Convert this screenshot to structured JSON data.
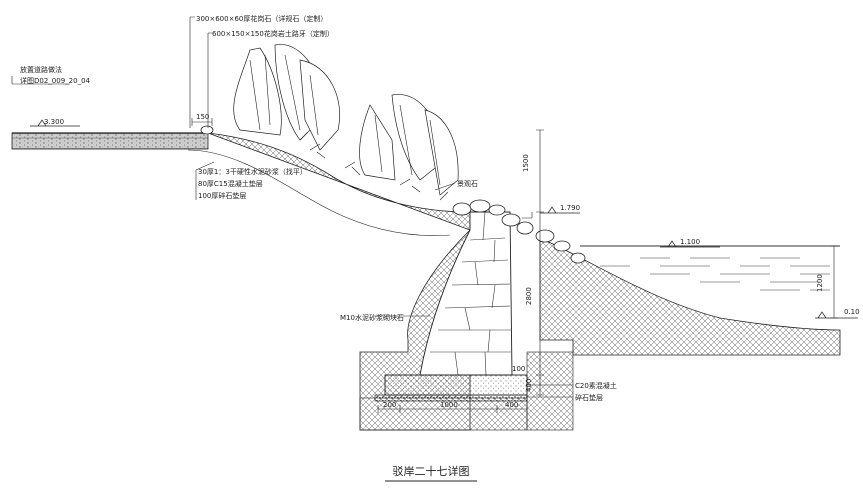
{
  "title": "驳岸二十七详图",
  "labels": {
    "paving_method": "放置道路做法",
    "paving_ref": "详图D02_009_20_04",
    "kerb_stone": "300×600×60厚花岗石（详规石（定制）",
    "edge_stone": "600×150×150花岗岩土路牙（定制）",
    "layer1": "30厚1：3干硬性水泥砂浆（找平）",
    "layer2": "80厚C15混凝土垫层",
    "layer3": "100厚碎石垫层",
    "boulder": "景观石",
    "masonry_wall": "M10水泥砂浆砌块石",
    "concrete_base": "C20素混凝土",
    "gravel_base": "碎石垫层"
  },
  "levels": {
    "top": "3.300",
    "mid": "1.790",
    "water": "1.100",
    "bed": "0.10"
  },
  "dimensions": {
    "edge_width": "150",
    "slope_height": "1500",
    "wall_height": "2800",
    "water_depth": "1200",
    "base_thick": "400",
    "base_left": "200",
    "base_mid": "1000",
    "base_right": "400",
    "top_thick": "100"
  },
  "colors": {
    "line": "#222222",
    "hatch": "#555555"
  }
}
